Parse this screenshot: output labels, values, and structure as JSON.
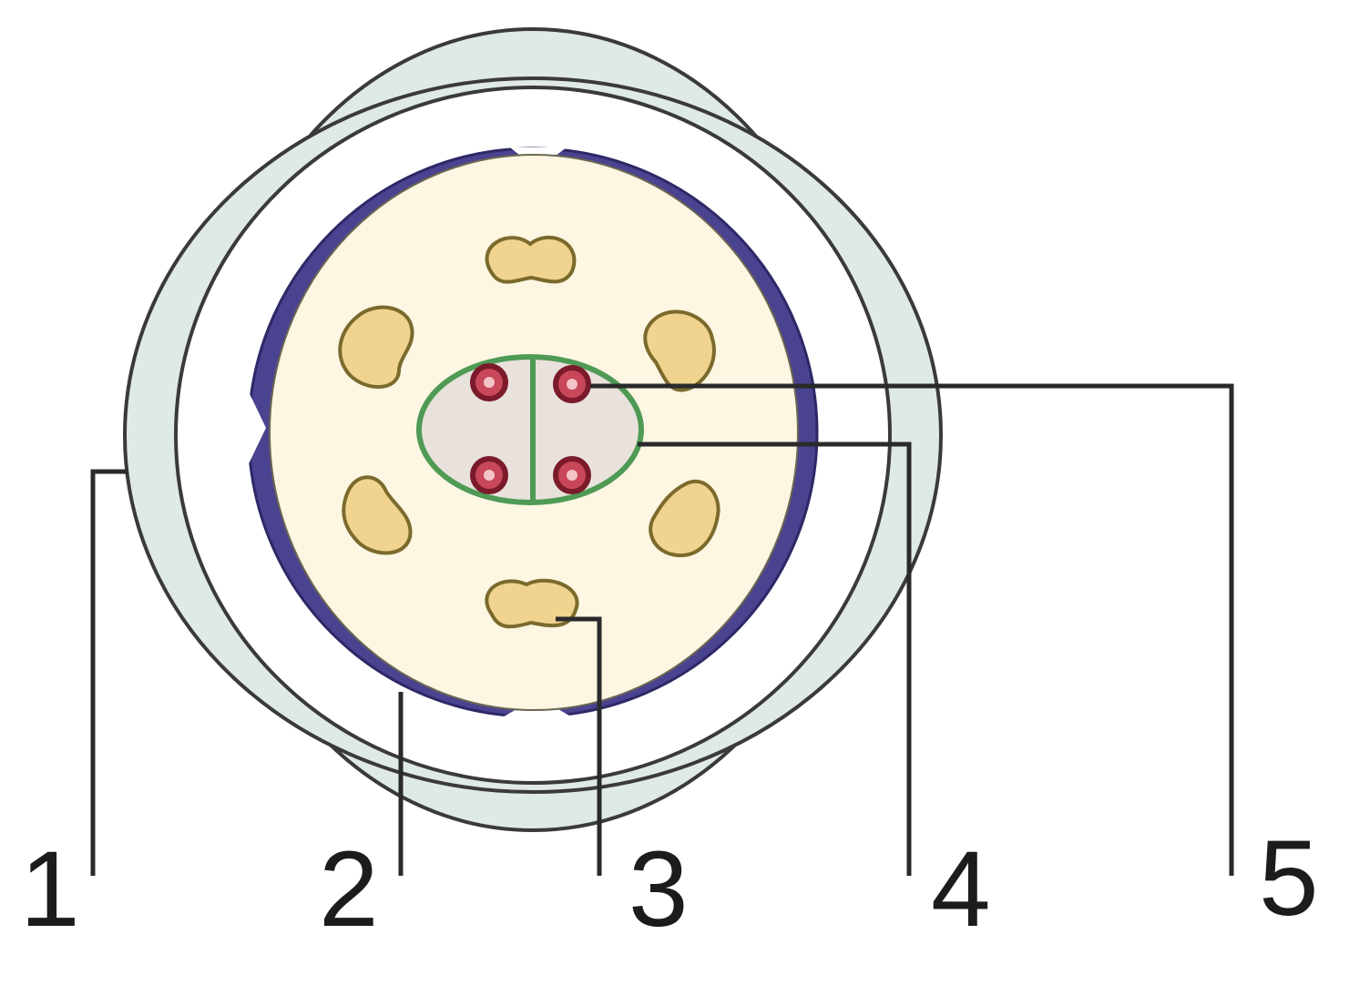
{
  "labels": [
    {
      "id": "1",
      "text": "1"
    },
    {
      "id": "2",
      "text": "2"
    },
    {
      "id": "3",
      "text": "3"
    },
    {
      "id": "4",
      "text": "4"
    },
    {
      "id": "5",
      "text": "5"
    }
  ],
  "colors": {
    "outer_layers": "#dfe9e6",
    "outline": "#3a3a3a",
    "dark_ring": "#4a4390",
    "pith": "#fcf6e3",
    "bundle_fill": "#efd38e",
    "bundle_stroke": "#7b6a2c",
    "center_fill": "#e9e2dc",
    "center_stroke": "#4f9a55",
    "dot_fill": "#c8475a",
    "dot_stroke": "#7a1a2a"
  }
}
